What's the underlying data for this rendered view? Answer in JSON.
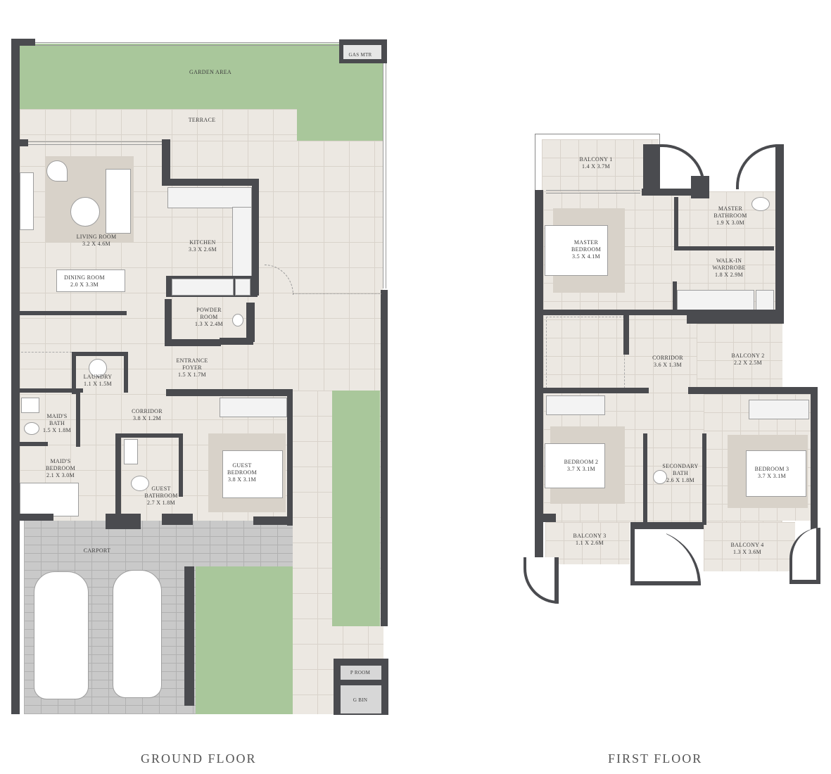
{
  "ground_floor": {
    "title": "GROUND FLOOR",
    "rooms": [
      {
        "id": "garden-area",
        "name": "GARDEN AREA",
        "dim": ""
      },
      {
        "id": "gas-meter",
        "name": "GAS MTR",
        "dim": ""
      },
      {
        "id": "terrace",
        "name": "TERRACE",
        "dim": ""
      },
      {
        "id": "living-room",
        "name": "LIVING ROOM",
        "dim": "3.2 x 4.6M"
      },
      {
        "id": "kitchen",
        "name": "KITCHEN",
        "dim": "3.3 x 2.6M"
      },
      {
        "id": "dining-room",
        "name": "DINING ROOM",
        "dim": "2.0 x 3.3M"
      },
      {
        "id": "powder-room",
        "name": "POWDER\nROOM",
        "dim": "1.3 x 2.4M"
      },
      {
        "id": "entrance-foyer",
        "name": "ENTRANCE\nFOYER",
        "dim": "1.5 x 1.7M"
      },
      {
        "id": "laundry",
        "name": "LAUNDRY",
        "dim": "1.1 x 1.5M"
      },
      {
        "id": "maids-bath",
        "name": "MAID'S\nBATH",
        "dim": "1.5 x 1.8M"
      },
      {
        "id": "corridor",
        "name": "CORRIDOR",
        "dim": "3.8 x 1.2M"
      },
      {
        "id": "maids-bedroom",
        "name": "MAID'S\nBEDROOM",
        "dim": "2.1 x 3.0M"
      },
      {
        "id": "guest-bathroom",
        "name": "GUEST\nBATHROOM",
        "dim": "2.7 x 1.8M"
      },
      {
        "id": "guest-bedroom",
        "name": "GUEST\nBEDROOM",
        "dim": "3.8 x 3.1M"
      },
      {
        "id": "carport",
        "name": "CARPORT",
        "dim": ""
      },
      {
        "id": "p-room",
        "name": "P ROOM",
        "dim": ""
      },
      {
        "id": "g-bin",
        "name": "G BIN",
        "dim": ""
      }
    ]
  },
  "first_floor": {
    "title": "FIRST FLOOR",
    "rooms": [
      {
        "id": "balcony-1",
        "name": "BALCONY 1",
        "dim": "1.4 x 3.7M"
      },
      {
        "id": "master-bathroom",
        "name": "MASTER\nBATHROOM",
        "dim": "1.9 x 3.0M"
      },
      {
        "id": "master-bedroom",
        "name": "MASTER\nBEDROOM",
        "dim": "3.5 x 4.1M"
      },
      {
        "id": "walk-in-wardrobe",
        "name": "WALK-IN\nWARDROBE",
        "dim": "1.8 x 2.9M"
      },
      {
        "id": "corridor",
        "name": "CORRIDOR",
        "dim": "3.6 x 1.3M"
      },
      {
        "id": "balcony-2",
        "name": "BALCONY 2",
        "dim": "2.2 x 2.5M"
      },
      {
        "id": "bedroom-2",
        "name": "BEDROOM 2",
        "dim": "3.7 x 3.1M"
      },
      {
        "id": "secondary-bath",
        "name": "SECONDARY\nBATH",
        "dim": "2.6 x 1.8M"
      },
      {
        "id": "bedroom-3",
        "name": "BEDROOM 3",
        "dim": "3.7 x 3.1M"
      },
      {
        "id": "balcony-3",
        "name": "BALCONY 3",
        "dim": "1.1 x 2.6M"
      },
      {
        "id": "balcony-4",
        "name": "BALCONY 4",
        "dim": "1.3 x 3.6M"
      }
    ]
  },
  "colors": {
    "wall": "#4a4b4f",
    "grass": "#a9c79b",
    "tile": "#ece8e2",
    "paving": "#c9c9c9"
  }
}
